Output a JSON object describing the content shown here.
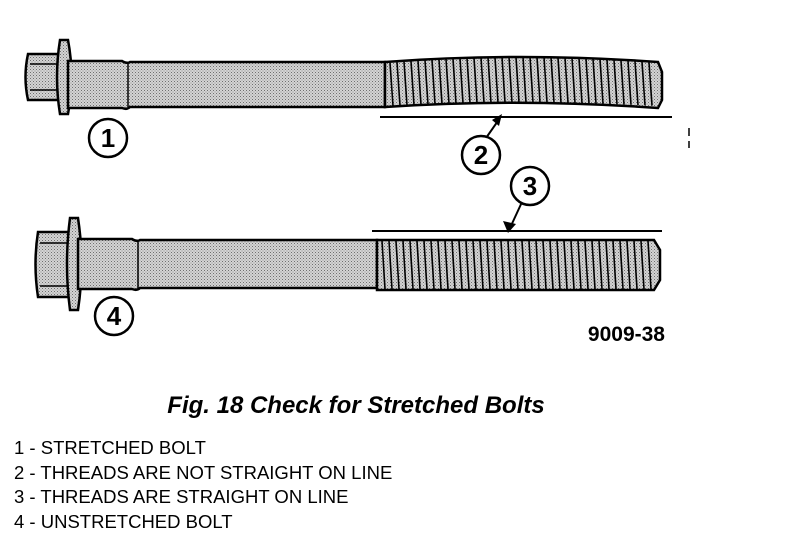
{
  "figure": {
    "drawing_code": "9009-38",
    "callouts": [
      "1",
      "2",
      "3",
      "4"
    ],
    "caption": "Fig. 18 Check for Stretched Bolts"
  },
  "legend": [
    "1 - STRETCHED BOLT",
    "2 - THREADS ARE NOT STRAIGHT ON LINE",
    "3 - THREADS ARE STRAIGHT ON LINE",
    "4 - UNSTRETCHED BOLT"
  ],
  "colors": {
    "ink": "#000000",
    "shade": "#b5b5b5",
    "paper": "#ffffff"
  }
}
